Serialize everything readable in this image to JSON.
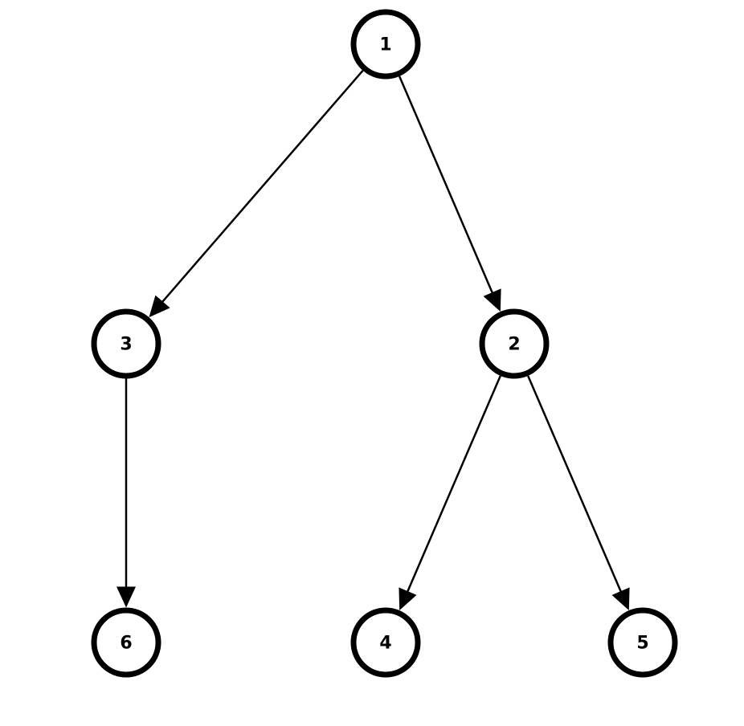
{
  "diagram": {
    "type": "directed-tree",
    "nodes": [
      {
        "id": "1",
        "label": "1"
      },
      {
        "id": "2",
        "label": "2"
      },
      {
        "id": "3",
        "label": "3"
      },
      {
        "id": "4",
        "label": "4"
      },
      {
        "id": "5",
        "label": "5"
      },
      {
        "id": "6",
        "label": "6"
      }
    ],
    "edges": [
      {
        "from": "1",
        "to": "3"
      },
      {
        "from": "1",
        "to": "2"
      },
      {
        "from": "3",
        "to": "6"
      },
      {
        "from": "2",
        "to": "4"
      },
      {
        "from": "2",
        "to": "5"
      }
    ],
    "colors": {
      "node_stroke": "#000000",
      "node_fill": "#ffffff",
      "edge": "#000000",
      "background": "#ffffff"
    }
  }
}
